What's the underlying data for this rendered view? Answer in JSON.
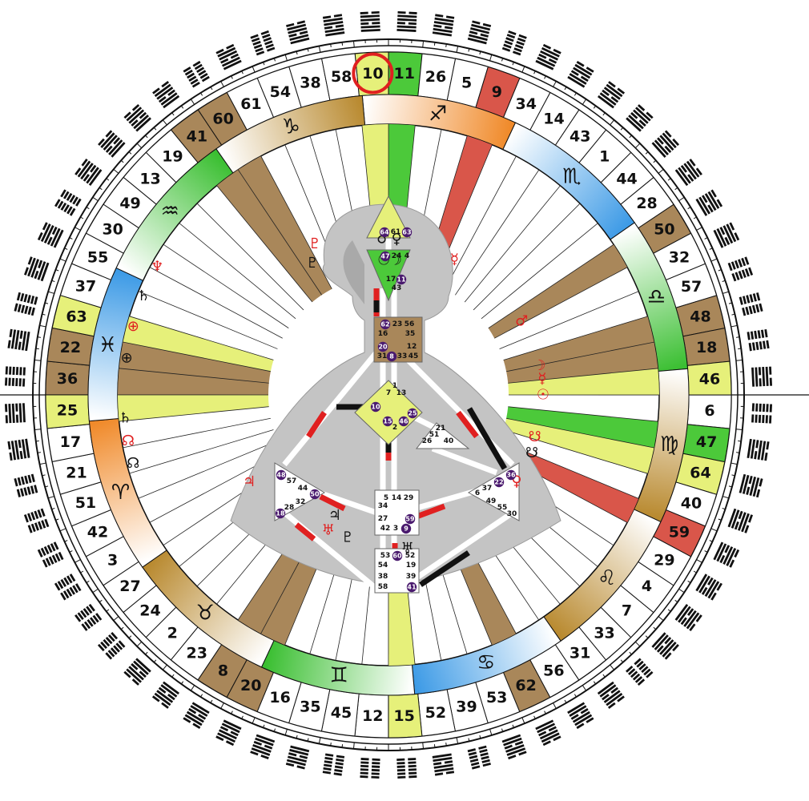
{
  "colors": {
    "ring_yellow": "#e6f07a",
    "ring_green": "#4cc93a",
    "ring_brown": "#a9875a",
    "ring_red": "#d9564a",
    "sign_blue": "#3e9be6",
    "sign_orange": "#f08a2a",
    "sign_green": "#3bbf32",
    "sign_gold": "#b98a30",
    "channel_red": "#e02020",
    "channel_black": "#111111",
    "highlight_circle": "#e02020",
    "purple_gate": "#4a1a6e",
    "body_gray": "#c4c4c4"
  },
  "gates_ring": [
    {
      "n": "10",
      "fill": "#e6f07a"
    },
    {
      "n": "11",
      "fill": "#4cc93a"
    },
    {
      "n": "26",
      "fill": ""
    },
    {
      "n": "5",
      "fill": ""
    },
    {
      "n": "9",
      "fill": "#d9564a"
    },
    {
      "n": "34",
      "fill": ""
    },
    {
      "n": "14",
      "fill": ""
    },
    {
      "n": "43",
      "fill": ""
    },
    {
      "n": "1",
      "fill": ""
    },
    {
      "n": "44",
      "fill": ""
    },
    {
      "n": "28",
      "fill": ""
    },
    {
      "n": "50",
      "fill": "#a9875a"
    },
    {
      "n": "32",
      "fill": ""
    },
    {
      "n": "57",
      "fill": ""
    },
    {
      "n": "48",
      "fill": "#a9875a"
    },
    {
      "n": "18",
      "fill": "#a9875a"
    },
    {
      "n": "46",
      "fill": "#e6f07a"
    },
    {
      "n": "6",
      "fill": ""
    },
    {
      "n": "47",
      "fill": "#4cc93a"
    },
    {
      "n": "64",
      "fill": "#e6f07a"
    },
    {
      "n": "40",
      "fill": ""
    },
    {
      "n": "59",
      "fill": "#d9564a"
    },
    {
      "n": "29",
      "fill": ""
    },
    {
      "n": "4",
      "fill": ""
    },
    {
      "n": "7",
      "fill": ""
    },
    {
      "n": "33",
      "fill": ""
    },
    {
      "n": "31",
      "fill": ""
    },
    {
      "n": "56",
      "fill": ""
    },
    {
      "n": "62",
      "fill": "#a9875a"
    },
    {
      "n": "53",
      "fill": ""
    },
    {
      "n": "39",
      "fill": ""
    },
    {
      "n": "52",
      "fill": ""
    },
    {
      "n": "15",
      "fill": "#e6f07a"
    },
    {
      "n": "12",
      "fill": ""
    },
    {
      "n": "45",
      "fill": ""
    },
    {
      "n": "35",
      "fill": ""
    },
    {
      "n": "16",
      "fill": ""
    },
    {
      "n": "20",
      "fill": "#a9875a"
    },
    {
      "n": "8",
      "fill": "#a9875a"
    },
    {
      "n": "23",
      "fill": ""
    },
    {
      "n": "2",
      "fill": ""
    },
    {
      "n": "24",
      "fill": ""
    },
    {
      "n": "27",
      "fill": ""
    },
    {
      "n": "3",
      "fill": ""
    },
    {
      "n": "42",
      "fill": ""
    },
    {
      "n": "51",
      "fill": ""
    },
    {
      "n": "21",
      "fill": ""
    },
    {
      "n": "17",
      "fill": ""
    },
    {
      "n": "25",
      "fill": "#e6f07a"
    },
    {
      "n": "36",
      "fill": "#a9875a"
    },
    {
      "n": "22",
      "fill": "#a9875a"
    },
    {
      "n": "63",
      "fill": "#e6f07a"
    },
    {
      "n": "37",
      "fill": ""
    },
    {
      "n": "55",
      "fill": ""
    },
    {
      "n": "30",
      "fill": ""
    },
    {
      "n": "49",
      "fill": ""
    },
    {
      "n": "13",
      "fill": ""
    },
    {
      "n": "19",
      "fill": ""
    },
    {
      "n": "41",
      "fill": "#a9875a"
    },
    {
      "n": "60",
      "fill": "#a9875a"
    },
    {
      "n": "61",
      "fill": ""
    },
    {
      "n": "54",
      "fill": ""
    },
    {
      "n": "38",
      "fill": ""
    },
    {
      "n": "58",
      "fill": ""
    }
  ],
  "signs": [
    {
      "glyph": "♐",
      "start": -5,
      "end": 25,
      "color": "#f08a2a"
    },
    {
      "glyph": "♏",
      "start": 25,
      "end": 55,
      "color": "#3e9be6"
    },
    {
      "glyph": "♎",
      "start": 55,
      "end": 85,
      "color": "#3bbf32"
    },
    {
      "glyph": "♍",
      "start": 85,
      "end": 115,
      "color": "#b98a30"
    },
    {
      "glyph": "♌",
      "start": 115,
      "end": 145,
      "color": "#b98a30"
    },
    {
      "glyph": "♋",
      "start": 145,
      "end": 175,
      "color": "#3e9be6"
    },
    {
      "glyph": "♊",
      "start": 175,
      "end": 205,
      "color": "#3bbf32"
    },
    {
      "glyph": "♉",
      "start": 205,
      "end": 235,
      "color": "#b98a30"
    },
    {
      "glyph": "♈",
      "start": 235,
      "end": 265,
      "color": "#f08a2a"
    },
    {
      "glyph": "♓",
      "start": 265,
      "end": 295,
      "color": "#3e9be6"
    },
    {
      "glyph": "♒",
      "start": 295,
      "end": 325,
      "color": "#3bbf32"
    },
    {
      "glyph": "♑",
      "start": 325,
      "end": 355,
      "color": "#b98a30"
    }
  ],
  "planets": [
    {
      "g": "☉",
      "a": -2,
      "r": 168,
      "c": "#111"
    },
    {
      "g": "♂",
      "a": -2,
      "r": 195,
      "c": "#111"
    },
    {
      "g": "☽",
      "a": 3,
      "r": 168,
      "c": "#111"
    },
    {
      "g": "♀",
      "a": 3,
      "r": 195,
      "c": "#111"
    },
    {
      "g": "☿",
      "a": 26,
      "r": 188,
      "c": "#e02020"
    },
    {
      "g": "♂",
      "a": 61,
      "r": 190,
      "c": "#e02020"
    },
    {
      "g": "☽",
      "a": 79,
      "r": 192,
      "c": "#e02020"
    },
    {
      "g": "☿",
      "a": 84,
      "r": 193,
      "c": "#e02020"
    },
    {
      "g": "☉",
      "a": 90,
      "r": 193,
      "c": "#e02020"
    },
    {
      "g": "☋",
      "a": 106,
      "r": 190,
      "c": "#e02020"
    },
    {
      "g": "☋",
      "a": 112,
      "r": 193,
      "c": "#111"
    },
    {
      "g": "♀",
      "a": 124,
      "r": 193,
      "c": "#e02020"
    },
    {
      "g": "♅",
      "a": 173,
      "r": 193,
      "c": "#111"
    },
    {
      "g": "♇",
      "a": 196,
      "r": 185,
      "c": "#111"
    },
    {
      "g": "♅",
      "a": 204,
      "r": 185,
      "c": "#e02020"
    },
    {
      "g": "♃",
      "a": 204,
      "r": 165,
      "c": "#111"
    },
    {
      "g": "♃",
      "a": 238,
      "r": 205,
      "c": "#e02020"
    },
    {
      "g": "⊕",
      "a": -82,
      "r": 330,
      "c": "#111"
    },
    {
      "g": "⊕",
      "a": -75,
      "r": 330,
      "c": "#e02020"
    },
    {
      "g": "♄",
      "a": -68,
      "r": 330,
      "c": "#111"
    },
    {
      "g": "♆",
      "a": -61,
      "r": 330,
      "c": "#e02020"
    },
    {
      "g": "♄",
      "a": -95,
      "r": 330,
      "c": "#111"
    },
    {
      "g": "☊",
      "a": -100,
      "r": 330,
      "c": "#e02020"
    },
    {
      "g": "☊",
      "a": -105,
      "r": 330,
      "c": "#111"
    },
    {
      "g": "♇",
      "a": -30,
      "r": 190,
      "c": "#111"
    },
    {
      "g": "♇",
      "a": -26,
      "r": 210,
      "c": "#e02020"
    }
  ],
  "bodygraph": {
    "head_gates": [
      "64",
      "61",
      "63"
    ],
    "ajna_gates": [
      "47",
      "24",
      "4",
      "17",
      "11",
      "43"
    ],
    "throat_gates": [
      "62",
      "23",
      "56",
      "16",
      "35",
      "20",
      "12",
      "31",
      "8",
      "33",
      "45"
    ],
    "g_gates": [
      "1",
      "7",
      "13",
      "10",
      "25",
      "15",
      "46",
      "2"
    ],
    "ego_gates": [
      "21",
      "51",
      "26",
      "40"
    ],
    "sacral_gates": [
      "5",
      "14",
      "29",
      "34",
      "27",
      "42",
      "3",
      "59",
      "9"
    ],
    "spleen_gates": [
      "48",
      "57",
      "44",
      "50",
      "32",
      "28",
      "18"
    ],
    "solar_gates": [
      "36",
      "22",
      "37",
      "6",
      "49",
      "55",
      "30"
    ],
    "root_gates": [
      "53",
      "60",
      "52",
      "54",
      "19",
      "38",
      "39",
      "58",
      "41"
    ]
  }
}
